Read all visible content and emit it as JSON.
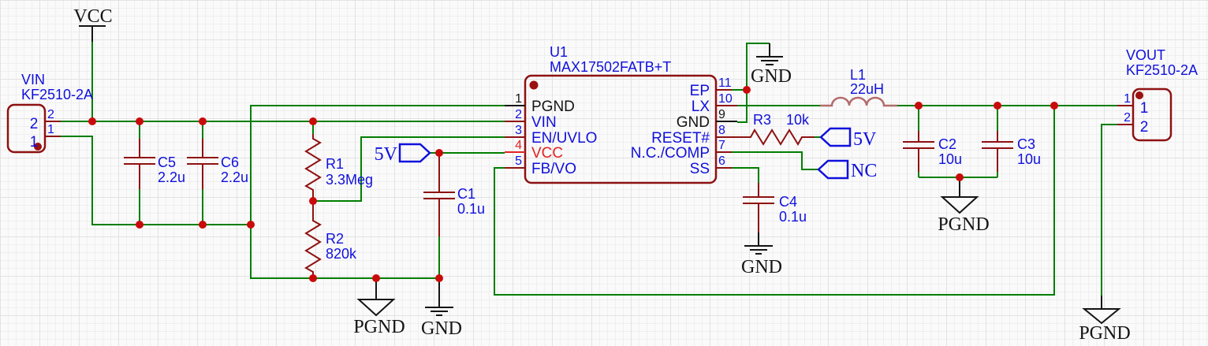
{
  "colors": {
    "wire_green": "#007e00",
    "component_dark_red": "#8e1111",
    "label_blue": "#1010dd",
    "highlight_red": "#e32222",
    "junction_red": "#ca0a0a",
    "inductor_rose": "#b26b6b",
    "net_label_black": "#141414"
  },
  "net_labels": {
    "vcc": "VCC",
    "gnd": "GND",
    "pgnd": "PGND",
    "five_v": "5V",
    "nc": "NC"
  },
  "connectors": {
    "vin": {
      "ref": "VIN",
      "part": "KF2510-2A",
      "outer_pins": [
        "2",
        "1"
      ],
      "inner_pins": [
        "2",
        "1"
      ]
    },
    "vout": {
      "ref": "VOUT",
      "part": "KF2510-2A",
      "outer_pins": [
        "1",
        "2"
      ],
      "inner_pins": [
        "1",
        "2"
      ]
    }
  },
  "ic": {
    "ref": "U1",
    "part": "MAX17502FATB+T",
    "left_pins": [
      {
        "num": "1",
        "name": "PGND"
      },
      {
        "num": "2",
        "name": "VIN"
      },
      {
        "num": "3",
        "name": "EN/UVLO"
      },
      {
        "num": "4",
        "name": "VCC"
      },
      {
        "num": "5",
        "name": "FB/VO"
      }
    ],
    "right_pins": [
      {
        "num": "11",
        "name": "EP"
      },
      {
        "num": "10",
        "name": "LX"
      },
      {
        "num": "9",
        "name": "GND"
      },
      {
        "num": "8",
        "name": "RESET#"
      },
      {
        "num": "7",
        "name": "N.C./COMP"
      },
      {
        "num": "6",
        "name": "SS"
      }
    ]
  },
  "components": {
    "c5": {
      "ref": "C5",
      "value": "2.2u"
    },
    "c6": {
      "ref": "C6",
      "value": "2.2u"
    },
    "c1": {
      "ref": "C1",
      "value": "0.1u"
    },
    "c4": {
      "ref": "C4",
      "value": "0.1u"
    },
    "c2": {
      "ref": "C2",
      "value": "10u"
    },
    "c3": {
      "ref": "C3",
      "value": "10u"
    },
    "r1": {
      "ref": "R1",
      "value": "3.3Meg"
    },
    "r2": {
      "ref": "R2",
      "value": "820k"
    },
    "r3": {
      "ref": "R3",
      "value": "10k"
    },
    "l1": {
      "ref": "L1",
      "value": "22uH"
    }
  }
}
